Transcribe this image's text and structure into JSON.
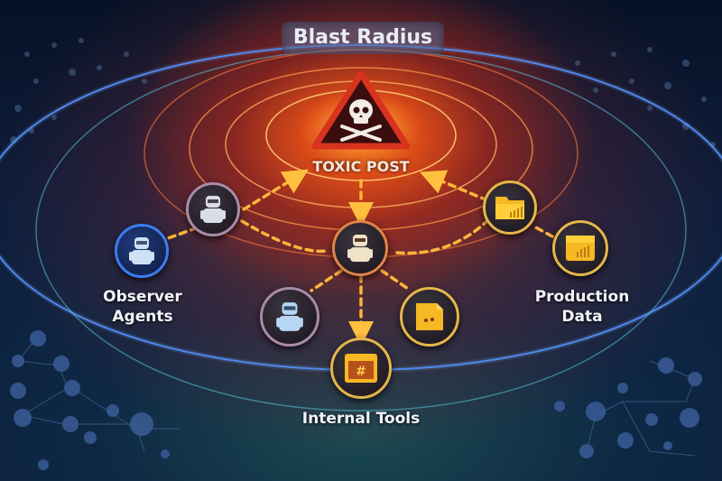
{
  "title": "Blast Radius",
  "center": {
    "label": "TOXIC POST",
    "icon": "skull-crossbones-warning-icon",
    "accent": "#e43a22"
  },
  "groups": [
    {
      "label_line1": "Observer",
      "label_line2": "Agents"
    },
    {
      "label_line1": "Production",
      "label_line2": "Data"
    },
    {
      "label": "Internal Tools"
    }
  ],
  "nodes": [
    {
      "id": "observer-agent-outer",
      "icon": "robot-icon",
      "ring": "blue"
    },
    {
      "id": "observer-agent-inner",
      "icon": "robot-icon",
      "ring": "purple"
    },
    {
      "id": "center-agent",
      "icon": "robot-icon",
      "ring": "orange"
    },
    {
      "id": "lower-agent",
      "icon": "robot-icon",
      "ring": "purple"
    },
    {
      "id": "file-node",
      "icon": "file-icon",
      "ring": "gold"
    },
    {
      "id": "internal-tool",
      "icon": "app-window-icon",
      "ring": "gold"
    },
    {
      "id": "production-folder",
      "icon": "folder-chart-icon",
      "ring": "gold"
    },
    {
      "id": "production-dashboard",
      "icon": "dashboard-chart-icon",
      "ring": "gold"
    }
  ],
  "colors": {
    "arrow": "#ffb43a",
    "hot_core": "#ff8a1f",
    "outer_ring": "#4a8cff",
    "icon_gold": "#f6b823",
    "icon_pale": "#cfe1f5"
  }
}
